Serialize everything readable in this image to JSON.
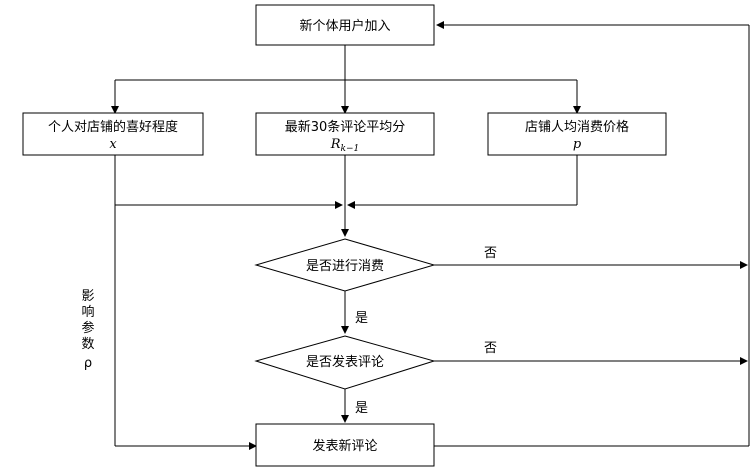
{
  "nodes": {
    "new_user": {
      "label": "新个体用户加入"
    },
    "preference": {
      "label": "个人对店铺的喜好程度",
      "var": "x"
    },
    "avg_rating": {
      "label": "最新30条评论平均分",
      "var": "R",
      "sub": "k−1"
    },
    "price": {
      "label": "店铺人均消费价格",
      "var": "p"
    },
    "consume": {
      "label": "是否进行消费"
    },
    "review": {
      "label": "是否发表评论"
    },
    "new_review": {
      "label": "发表新评论"
    }
  },
  "edges": {
    "yes_1": "是",
    "yes_2": "是",
    "no_1": "否",
    "no_2": "否"
  },
  "side_label": [
    "影",
    "响",
    "参",
    "数",
    "ρ"
  ],
  "colors": {
    "stroke": "#000000",
    "fill": "#ffffff"
  }
}
